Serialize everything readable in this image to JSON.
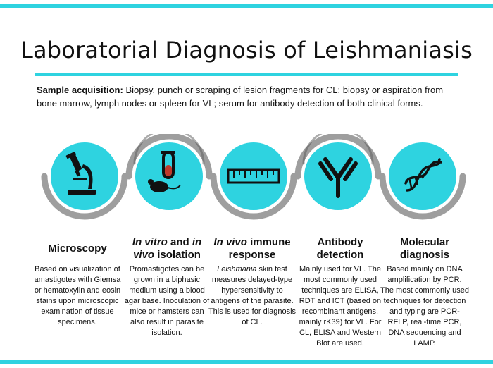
{
  "title": "Laboratorial Diagnosis of Leishmaniasis",
  "sample": {
    "label": "Sample acquisition:",
    "text": "Biopsy, punch or scraping of lesion fragments for CL; biopsy or aspiration from bone marrow, lymph nodes or spleen for VL; serum for antibody detection of both clinical forms."
  },
  "colors": {
    "accent": "#2ed3e0",
    "ring": "#9e9e9e",
    "ring_dark": "#5a5a5a",
    "icon": "#111111"
  },
  "methods": [
    {
      "icon": "microscope-icon",
      "title_plain": "Microscopy",
      "description": "Based on visualization of amastigotes with Giemsa or hematoxylin and eosin stains upon microscopic examination of tissue specimens."
    },
    {
      "icon": "test-tube-mouse-icon",
      "title_it1": "In vitro",
      "title_mid": " and ",
      "title_it2": "in vivo",
      "title_end": " isolation",
      "description": "Promastigotes can be grown in a biphasic medium using a blood agar base. Inoculation of mice or hamsters can also result in parasite isolation."
    },
    {
      "icon": "ruler-icon",
      "title_it1": "In vivo",
      "title_end": " immune response",
      "desc_it": "Leishmania",
      "description": " skin test measures delayed-type hypersensitivity to antigens of the parasite. This is used for diagnosis of CL."
    },
    {
      "icon": "antibody-icon",
      "title_plain": "Antibody detection",
      "description": "Mainly used for VL. The most commonly used techniques are ELISA, RDT and ICT (based on recombinant antigens, mainly rK39) for VL. For CL, ELISA and Western Blot are used."
    },
    {
      "icon": "dna-icon",
      "title_plain": "Molecular diagnosis",
      "description": "Based mainly on DNA amplification by PCR. The most commonly used techniques for detection and typing are PCR-RFLP, real-time PCR, DNA sequencing and LAMP."
    }
  ]
}
